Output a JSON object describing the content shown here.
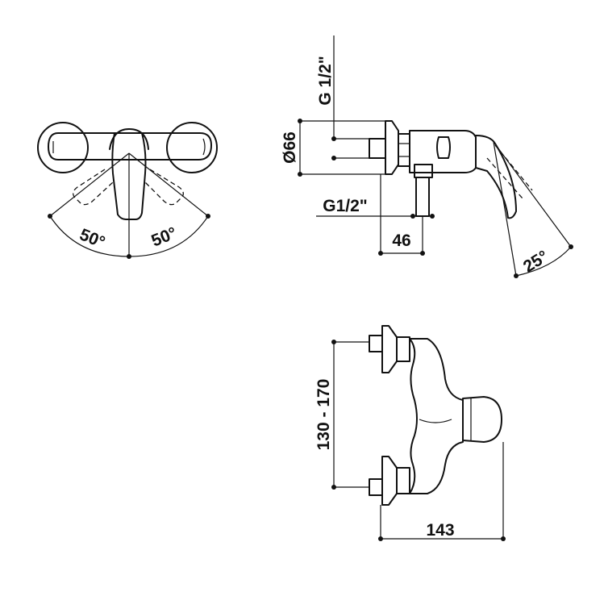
{
  "labels": {
    "angle_left": "50°",
    "angle_right": "50°",
    "thread_top": "G 1/2\"",
    "diameter": "Ø66",
    "thread_bottom": "G1/2\"",
    "depth": "46",
    "handle_angle": "25°",
    "centers_range": "130 - 170",
    "projection": "143"
  },
  "colors": {
    "line": "#111111",
    "background": "#ffffff"
  }
}
